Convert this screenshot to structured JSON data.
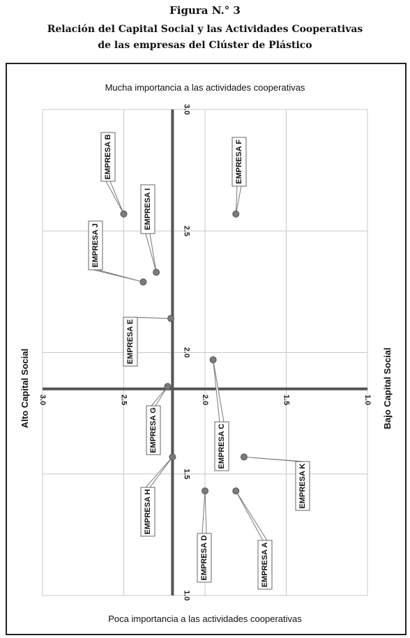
{
  "figure": {
    "title": "Figura N.° 3",
    "subtitle_line1": "Relación del Capital Social y las Actividades Cooperativas",
    "subtitle_line2": "de las empresas del Clúster de Plástico"
  },
  "chart_data": {
    "type": "scatter",
    "rotated": "90deg-clockwise",
    "top_label": "Mucha importancia a las actividades cooperativas",
    "bottom_label": "Poca importancia a las actividades cooperativas",
    "left_label": "Alto Capital Social",
    "right_label": "Bajo Capital Social",
    "capital_axis": {
      "range": [
        3.0,
        1.0
      ],
      "ticks": [
        "3.0",
        "2.5",
        "2.0",
        "1.5",
        "1.0"
      ],
      "crossing": 2.2
    },
    "cooperation_axis": {
      "range": [
        1.0,
        3.0
      ],
      "ticks": [
        "3.0",
        "2.5",
        "2.0",
        "1.5",
        "1.0"
      ],
      "crossing": 1.85
    },
    "grid": true,
    "points": [
      {
        "label": "EMPRESA A",
        "capital": 1.81,
        "cooperation": 1.43
      },
      {
        "label": "EMPRESA B",
        "capital": 2.5,
        "cooperation": 2.57
      },
      {
        "label": "EMPRESA C",
        "capital": 1.95,
        "cooperation": 1.97
      },
      {
        "label": "EMPRESA D",
        "capital": 2.0,
        "cooperation": 1.43
      },
      {
        "label": "EMPRESA E",
        "capital": 2.21,
        "cooperation": 2.14
      },
      {
        "label": "EMPRESA F",
        "capital": 1.81,
        "cooperation": 2.57
      },
      {
        "label": "EMPRESA G",
        "capital": 2.23,
        "cooperation": 1.86
      },
      {
        "label": "EMPRESA H",
        "capital": 2.2,
        "cooperation": 1.57
      },
      {
        "label": "EMPRESA I",
        "capital": 2.3,
        "cooperation": 2.33
      },
      {
        "label": "EMPRESA J",
        "capital": 2.38,
        "cooperation": 2.29
      },
      {
        "label": "EMPRESA K",
        "capital": 1.76,
        "cooperation": 1.57
      }
    ]
  }
}
